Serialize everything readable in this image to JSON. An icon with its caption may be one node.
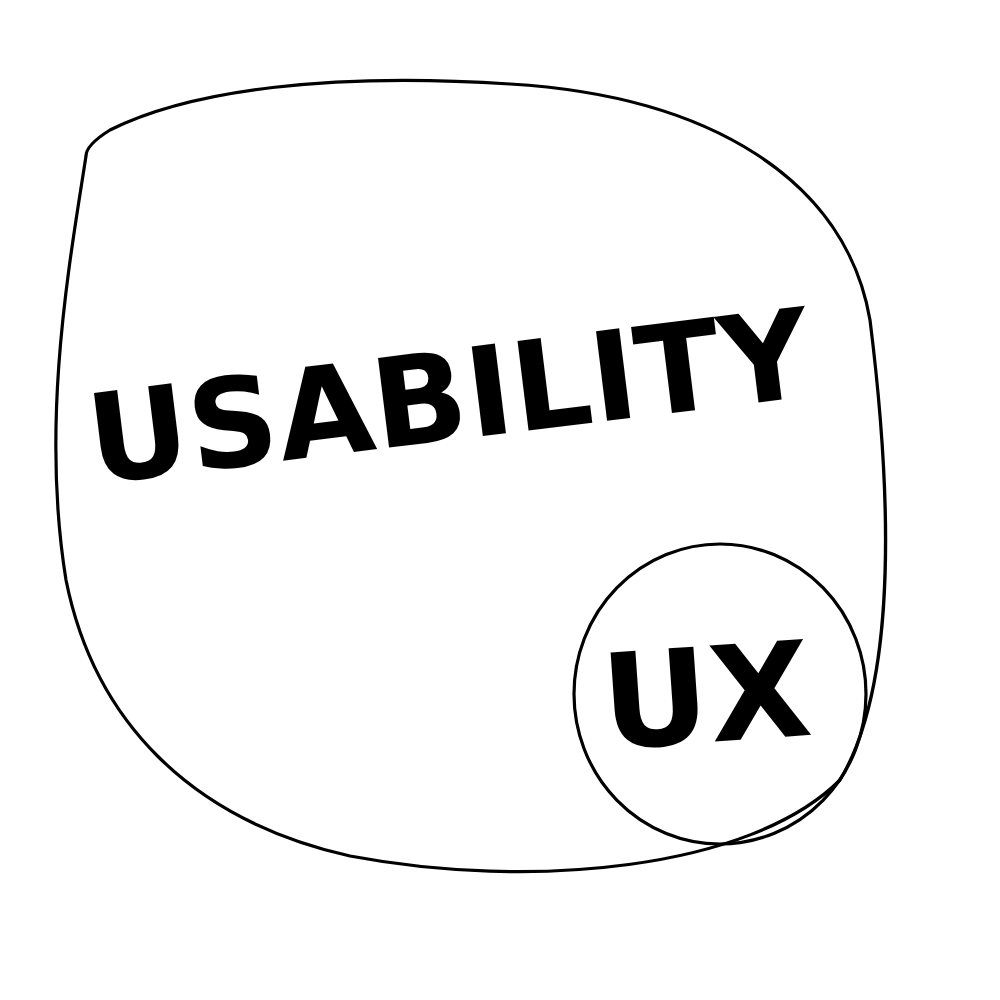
{
  "diagram": {
    "nodes": [
      {
        "text": [
          "USABILITY"
        ]
      },
      {
        "text": [
          "UX"
        ],
        "in": 0
      }
    ],
    "edges": []
  }
}
